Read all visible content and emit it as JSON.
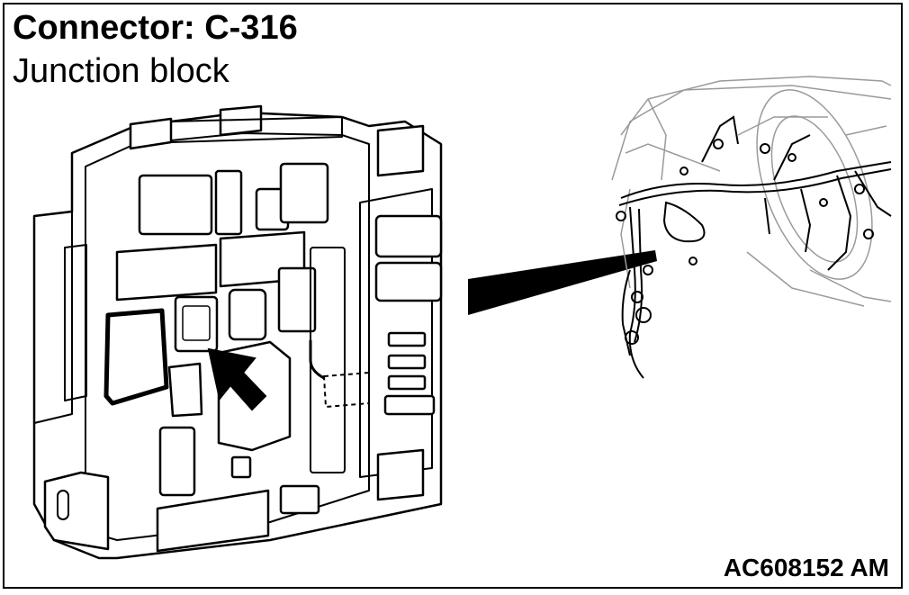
{
  "title": "Connector: C-316",
  "subtitle": "Junction block",
  "figure_id": "AC608152 AM",
  "colors": {
    "line": "#000000",
    "light_line": "#9a9a9a",
    "fill": "#ffffff"
  }
}
